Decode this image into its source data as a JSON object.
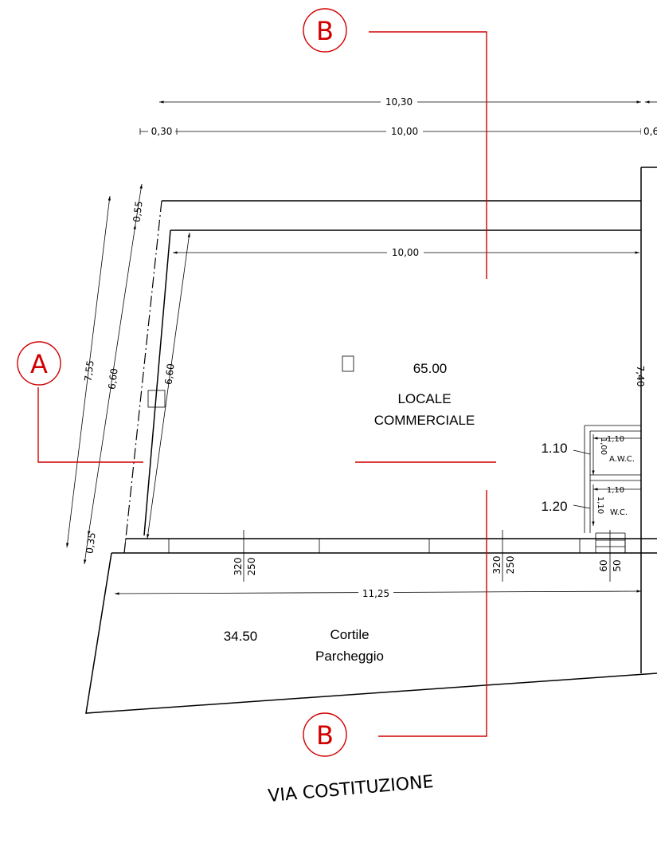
{
  "section_marks": {
    "a": "A",
    "b_top": "B",
    "b_bottom": "B"
  },
  "dimensions": {
    "top_total": "10,30",
    "top_left": "0,30",
    "top_mid": "10,00",
    "top_right": "0,6",
    "inner_width": "10,00",
    "diag_outer": "7,55",
    "diag_mid": "6,60",
    "diag_top_small": "0,55",
    "diag_bottom_small": "0,35",
    "inner_left": "6,60",
    "right_side": "7,40",
    "awc_width": "1,10",
    "awc_height": "1,00",
    "wc_width": "1,10",
    "wc_height": "1,10",
    "window1_top": "320",
    "window1_bottom": "250",
    "window2_top": "320",
    "window2_bottom": "250",
    "door_top": "60",
    "door_bottom": "50",
    "courtyard_width": "11,25"
  },
  "rooms": {
    "commercial": {
      "area": "65.00",
      "line1": "LOCALE",
      "line2": "COMMERCIALE"
    },
    "awc": {
      "area": "1.10",
      "label": "A.W.C."
    },
    "wc": {
      "area": "1.20",
      "label": "W.C."
    },
    "courtyard": {
      "area": "34.50",
      "line1": "Cortile",
      "line2": "Parcheggio"
    }
  },
  "street": "VIA COSTITUZIONE",
  "colors": {
    "lines": "#000000",
    "section_marks": "#d00000"
  }
}
